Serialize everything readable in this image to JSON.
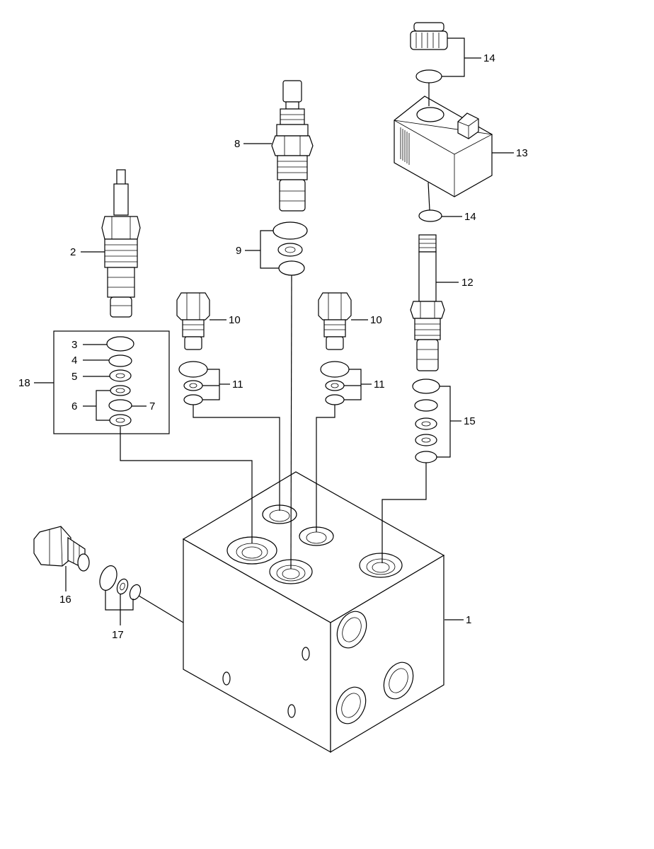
{
  "callouts": {
    "c1": "1",
    "c2": "2",
    "c3": "3",
    "c4": "4",
    "c5": "5",
    "c6": "6",
    "c7": "7",
    "c8": "8",
    "c9": "9",
    "c10a": "10",
    "c10b": "10",
    "c11a": "11",
    "c11b": "11",
    "c12": "12",
    "c13": "13",
    "c14a": "14",
    "c14b": "14",
    "c15": "15",
    "c16": "16",
    "c17": "17",
    "c18": "18"
  }
}
